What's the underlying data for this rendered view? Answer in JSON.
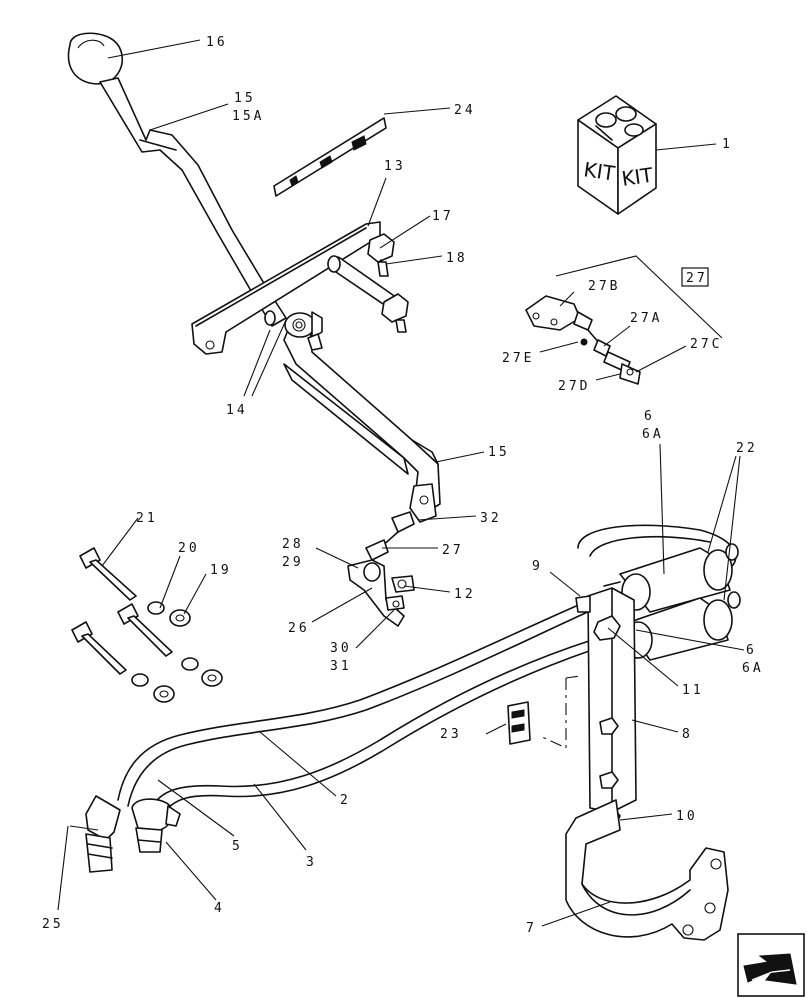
{
  "diagram": {
    "kit_box": {
      "left_text": "KIT",
      "right_text": "KIT"
    },
    "labels": {
      "c1": "1",
      "c2": "2",
      "c3": "3",
      "c4": "4",
      "c5": "5",
      "c6a": "6",
      "c6a_sub": "6A",
      "c6b": "6",
      "c6b_sub": "6A",
      "c7": "7",
      "c8": "8",
      "c9": "9",
      "c10": "10",
      "c11": "11",
      "c12": "12",
      "c13": "13",
      "c14": "14",
      "c15a": "15",
      "c15a_sub": "15A",
      "c15b": "15",
      "c16": "16",
      "c17": "17",
      "c18": "18",
      "c19": "19",
      "c20": "20",
      "c21": "21",
      "c22": "22",
      "c23": "23",
      "c24": "24",
      "c25": "25",
      "c26": "26",
      "c27": "27",
      "c27a": "27A",
      "c27b": "27B",
      "c27c": "27C",
      "c27d": "27D",
      "c27e": "27E",
      "c27_box": "27",
      "c28": "28",
      "c28_sub": "29",
      "c30": "30",
      "c30_sub": "31",
      "c32": "32"
    },
    "nav_icon": "next-page-arrow-icon"
  }
}
